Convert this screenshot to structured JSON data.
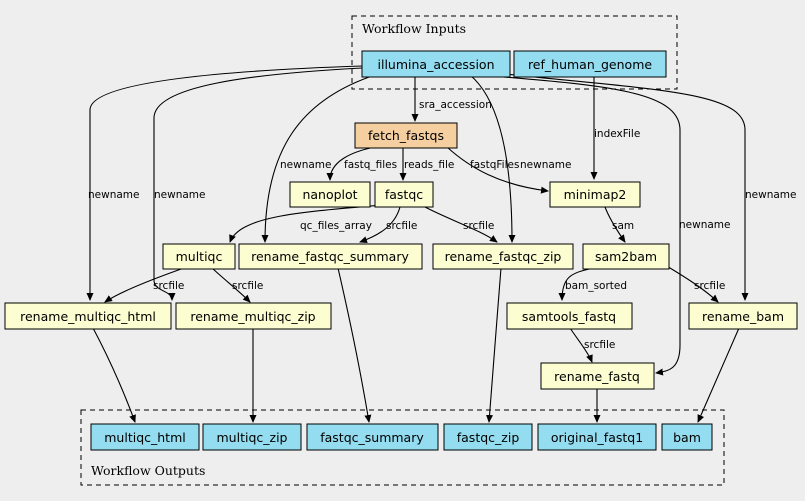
{
  "clusters": {
    "inputs_label": "Workflow Inputs",
    "outputs_label": "Workflow Outputs"
  },
  "colors": {
    "input_output": "#94dcf0",
    "step": "#fdfdd2",
    "fetch": "#f6cfa1"
  },
  "nodes": {
    "illumina_accession": "illumina_accession",
    "ref_human_genome": "ref_human_genome",
    "fetch_fastqs": "fetch_fastqs",
    "nanoplot": "nanoplot",
    "fastqc": "fastqc",
    "minimap2": "minimap2",
    "multiqc": "multiqc",
    "rename_fastqc_summary": "rename_fastqc_summary",
    "rename_fastqc_zip": "rename_fastqc_zip",
    "sam2bam": "sam2bam",
    "rename_multiqc_html": "rename_multiqc_html",
    "rename_multiqc_zip": "rename_multiqc_zip",
    "samtools_fastq": "samtools_fastq",
    "rename_bam": "rename_bam",
    "rename_fastq": "rename_fastq",
    "multiqc_html": "multiqc_html",
    "multiqc_zip": "multiqc_zip",
    "fastqc_summary": "fastqc_summary",
    "fastqc_zip": "fastqc_zip",
    "original_fastq1": "original_fastq1",
    "bam": "bam"
  },
  "edge_labels": {
    "sra_accession": "sra_accession",
    "indexFile": "indexFile",
    "newname": "newname",
    "fastq_files": "fastq_files",
    "reads_file": "reads_file",
    "fastqFiles": "fastqFiles",
    "qc_files_array": "qc_files_array",
    "srcfile": "srcfile",
    "sam": "sam",
    "bam_sorted": "bam_sorted"
  }
}
